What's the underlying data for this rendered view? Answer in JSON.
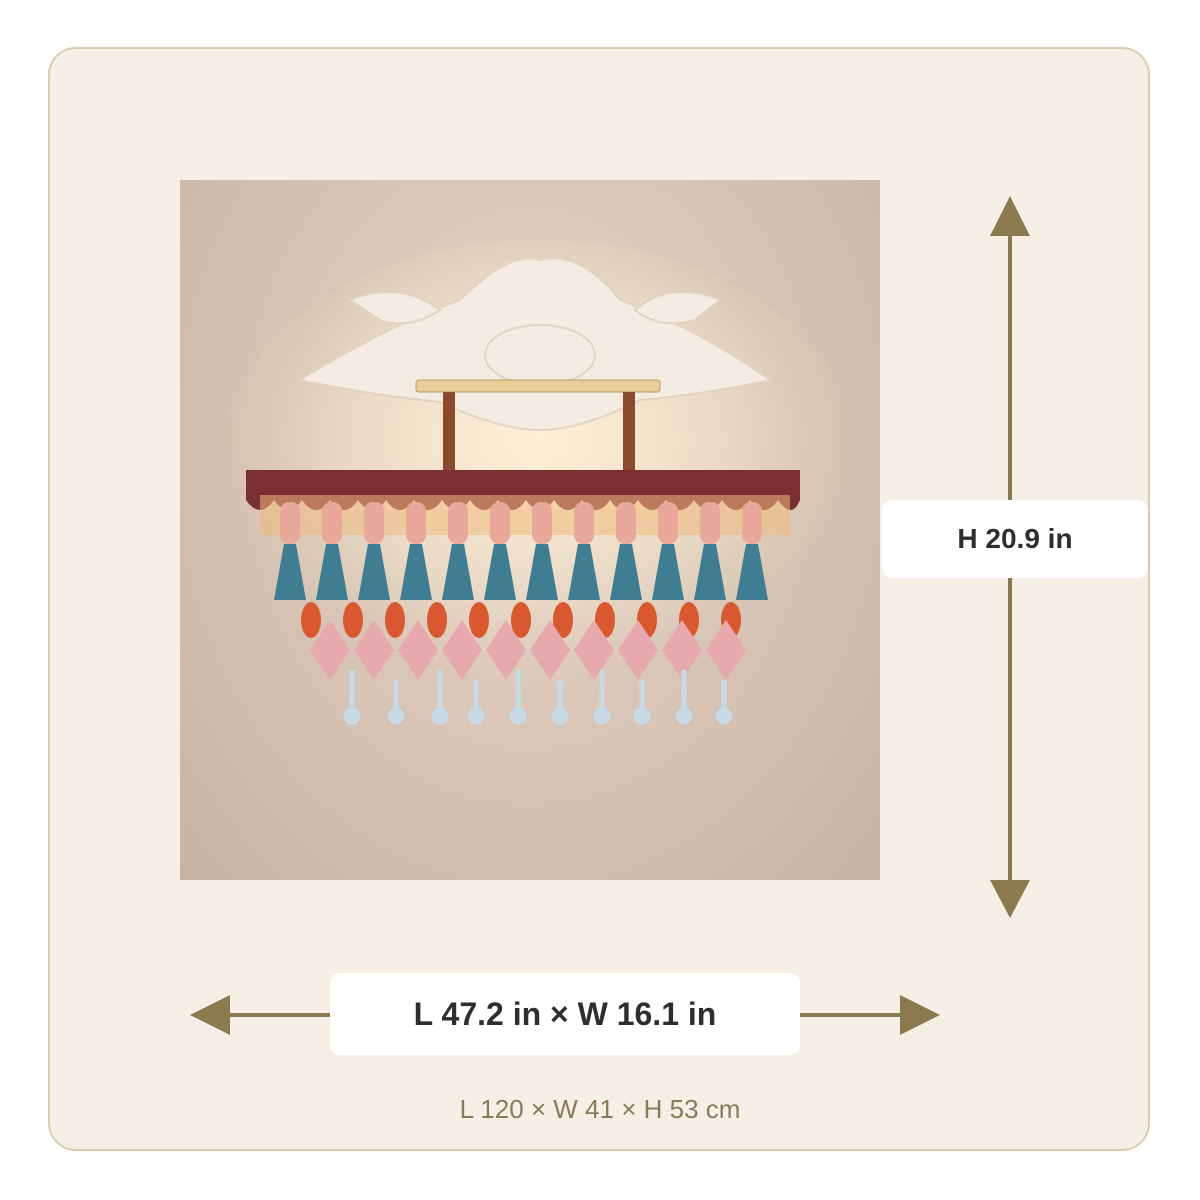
{
  "dimensions": {
    "height_in": "H 20.9 in",
    "length_width_in": "L 47.2 in × W 16.1 in",
    "metric": "L 120 × W 41 × H 53 cm"
  },
  "colors": {
    "arrow": "#8a7a4e",
    "card_background": "#f6efe5",
    "card_border": "#dccdae"
  },
  "icons": {
    "height_arrow": "vertical-double-arrow",
    "length_arrow": "horizontal-double-arrow"
  }
}
